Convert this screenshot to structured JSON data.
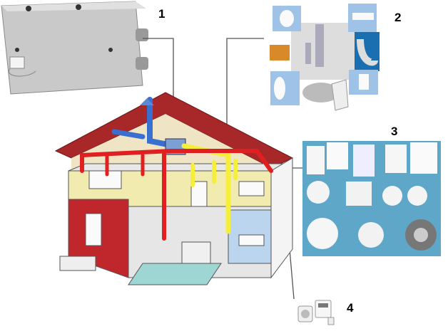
{
  "labels": {
    "unit": "1",
    "ducts": "2",
    "grilles": "3",
    "controller": "4"
  },
  "colors": {
    "supply_duct": "#e02020",
    "exhaust_duct": "#f5ee3a",
    "fresh_air_duct": "#3a6fd0",
    "roof": "#a8282a",
    "brick": "#c0272d",
    "wall": "#f2ebb0"
  }
}
